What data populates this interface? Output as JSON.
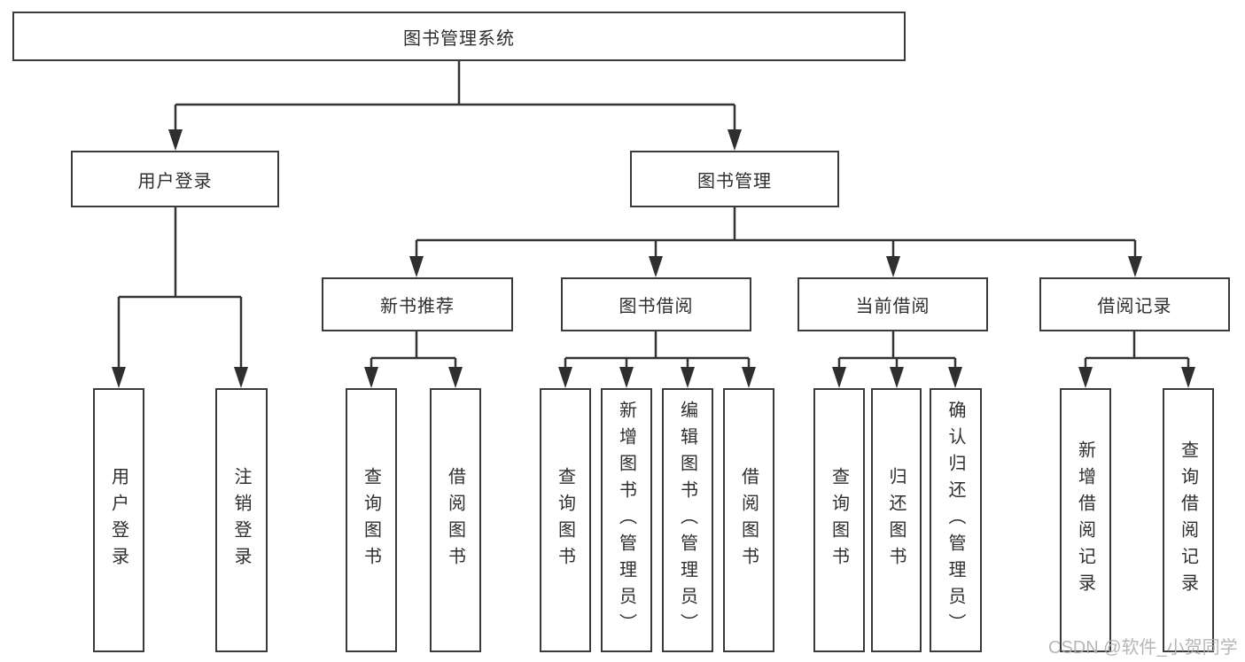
{
  "page": {
    "background": "#ffffff"
  },
  "colors": {
    "box_border": "#3b3b3b",
    "connector": "#333333",
    "arrowhead": "#2f2f2f",
    "text": "#2e2e2e",
    "watermark": "#b3aeae"
  },
  "watermark": {
    "text": "CSDN @软件_小贺同学"
  },
  "diagram": {
    "type": "tree",
    "root": {
      "label": "图书管理系统"
    },
    "branches": [
      {
        "label": "用户登录",
        "children": [
          {
            "label": "用户登录"
          },
          {
            "label": "注销登录"
          }
        ]
      },
      {
        "label": "图书管理",
        "children": [
          {
            "label": "新书推荐",
            "children": [
              {
                "label": "查询图书"
              },
              {
                "label": "借阅图书"
              }
            ]
          },
          {
            "label": "图书借阅",
            "children": [
              {
                "label": "查询图书"
              },
              {
                "label": "新增图书（管理员）"
              },
              {
                "label": "编辑图书（管理员）"
              },
              {
                "label": "借阅图书"
              }
            ]
          },
          {
            "label": "当前借阅",
            "children": [
              {
                "label": "查询图书"
              },
              {
                "label": "归还图书"
              },
              {
                "label": "确认归还（管理员）"
              }
            ]
          },
          {
            "label": "借阅记录",
            "children": [
              {
                "label": "新增借阅记录"
              },
              {
                "label": "查询借阅记录"
              }
            ]
          }
        ]
      }
    ]
  }
}
